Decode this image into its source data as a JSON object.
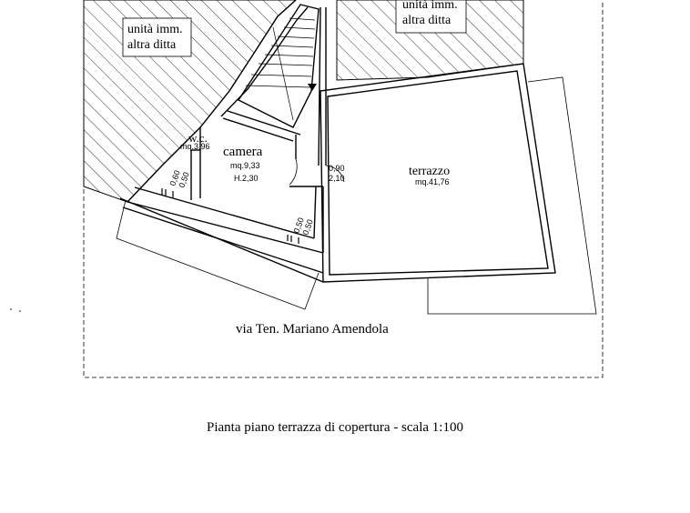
{
  "neighbor_left": {
    "line1": "unità imm.",
    "line2": "altra ditta"
  },
  "neighbor_right": {
    "line1": "unità imm.",
    "line2": "altra ditta"
  },
  "wc": {
    "name": "w.c.",
    "area": "mq.3,96"
  },
  "camera": {
    "name": "camera",
    "area": "mq.9,33",
    "height": "H.2,30"
  },
  "terrazzo": {
    "name": "terrazzo",
    "area": "mq.41,76"
  },
  "door_terrazzo": {
    "width": "0,90",
    "height": "2,10"
  },
  "window_wc": {
    "width": "0,60",
    "height": "0,50"
  },
  "window_camera": {
    "width": "0,50",
    "height": "0,50"
  },
  "street": "via Ten. Mariano Amendola",
  "caption": "Pianta piano terrazza di copertura - scala 1:100",
  "colors": {
    "line": "#000000",
    "background": "#ffffff"
  }
}
